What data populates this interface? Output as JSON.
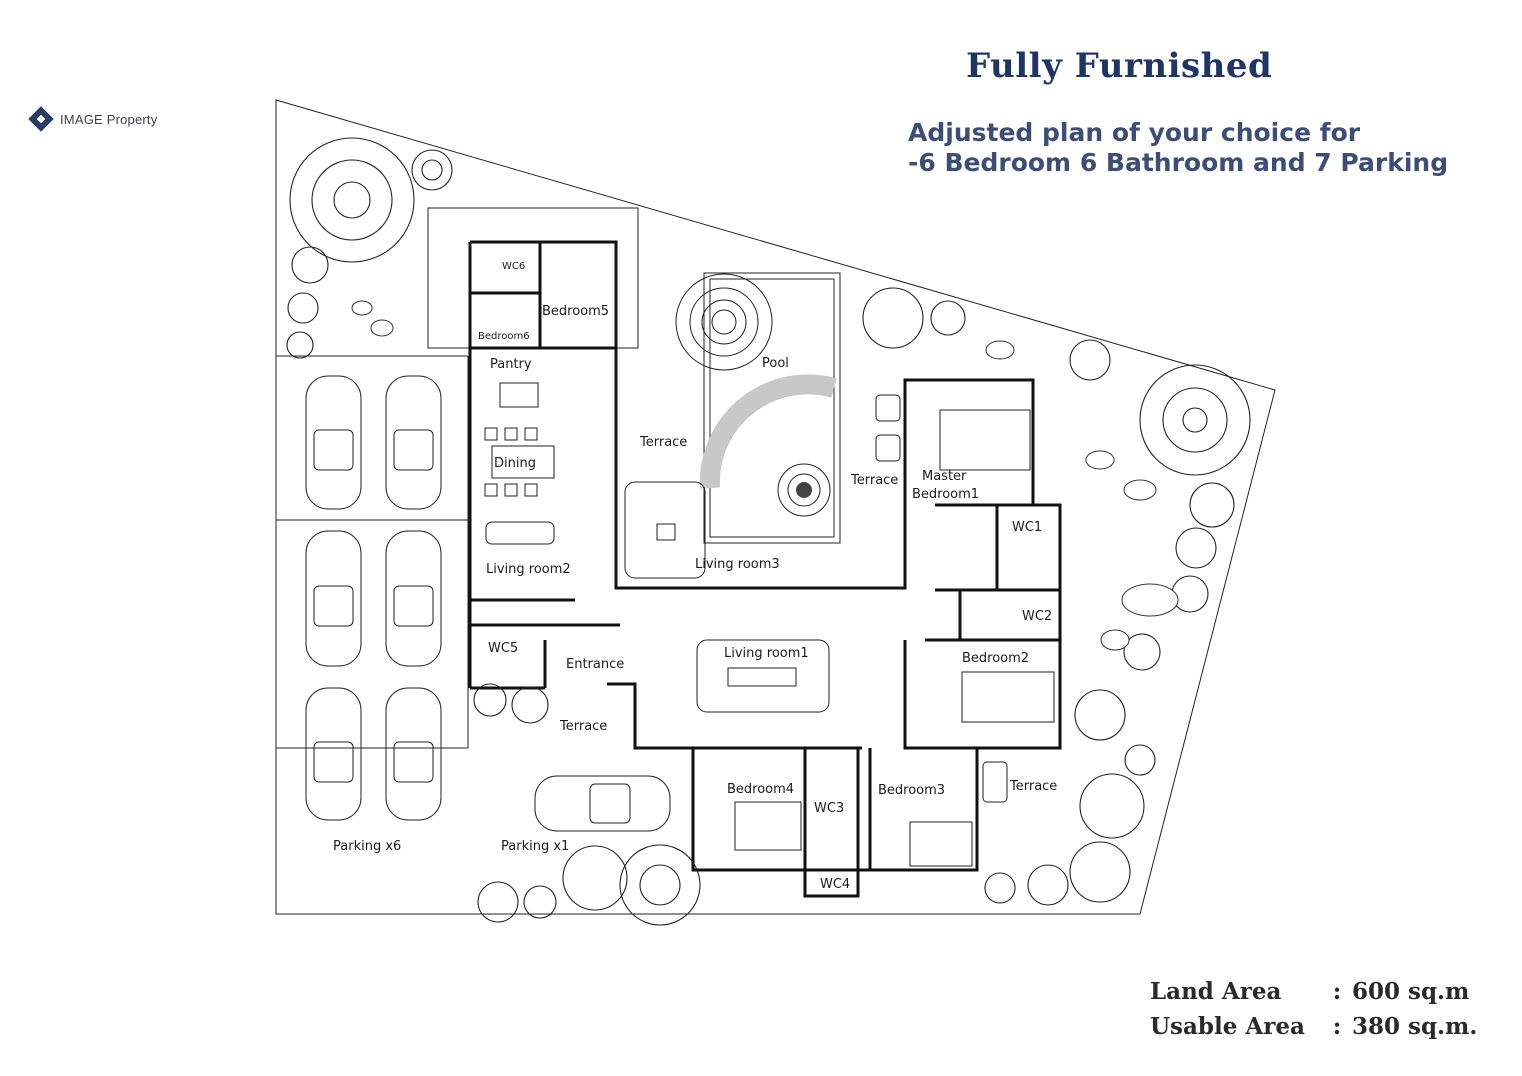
{
  "brand": {
    "name": "IMAGE Property",
    "icon": "diamond-logo-icon"
  },
  "header": {
    "title": "Fully Furnished",
    "subtitle_line1": "Adjusted plan of your choice for",
    "subtitle_line2": "-6 Bedroom 6 Bathroom and 7 Parking"
  },
  "areas": {
    "land_label": "Land Area",
    "land_value": "600 sq.m",
    "usable_label": "Usable Area",
    "usable_value": "380 sq.m.",
    "separator": ":"
  },
  "plan": {
    "rooms": {
      "wc6": "WC6",
      "bedroom5": "Bedroom5",
      "bedroom6": "Bedroom6",
      "pantry": "Pantry",
      "dining": "Dining",
      "living_room2": "Living room2",
      "terrace_pool": "Terrace",
      "pool": "Pool",
      "terrace_master": "Terrace",
      "master_line1": "Master",
      "master_line2": "Bedroom1",
      "living_room3": "Living room3",
      "wc1": "WC1",
      "wc2": "WC2",
      "bedroom2": "Bedroom2",
      "living_room1": "Living room1",
      "wc5": "WC5",
      "entrance": "Entrance",
      "terrace_entrance": "Terrace",
      "bedroom4": "Bedroom4",
      "wc3": "WC3",
      "wc4": "WC4",
      "bedroom3": "Bedroom3",
      "terrace_b3": "Terrace",
      "parking_x6": "Parking x6",
      "parking_x1": "Parking x1"
    }
  },
  "colors": {
    "title": "#1f3566",
    "subtitle": "#3c4e78",
    "brand": "#2b3a63",
    "pool_ring": "#c8c8c8"
  }
}
